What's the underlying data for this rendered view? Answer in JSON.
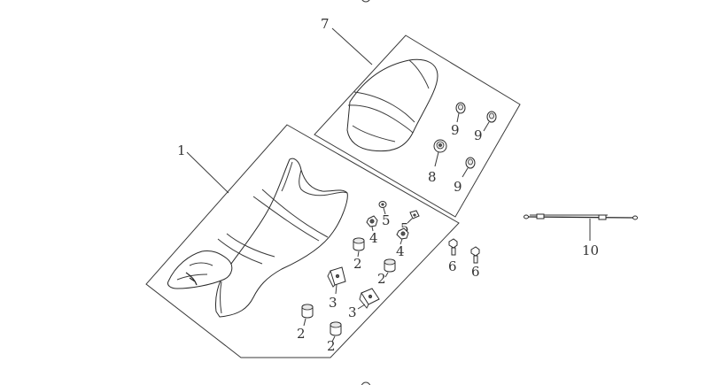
{
  "labels": {
    "seat": "1",
    "bush_a": "2",
    "bush_b": "2",
    "bush_c": "2",
    "bush_d": "2",
    "bracket_a": "3",
    "bracket_b": "3",
    "nut_a": "4",
    "nut_b": "4",
    "washer_a": "5",
    "washer_b": "5",
    "bolt_a": "6",
    "bolt_b": "6",
    "rear_seat": "7",
    "grommet": "8",
    "rubber_a": "9",
    "rubber_b": "9",
    "rubber_c": "9",
    "cable": "10"
  }
}
